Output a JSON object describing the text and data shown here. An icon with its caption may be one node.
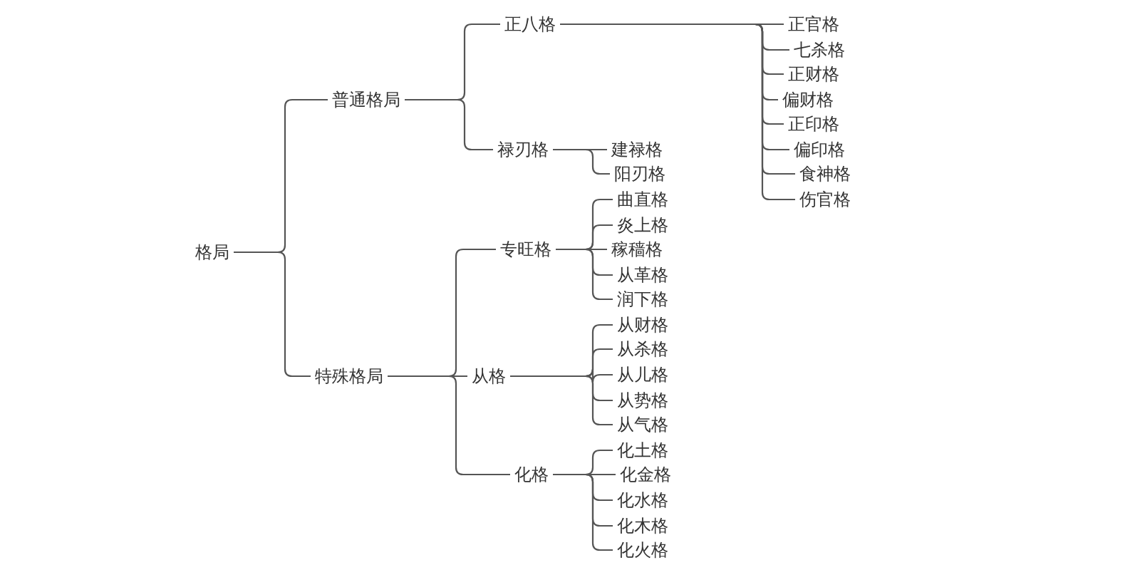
{
  "diagram": {
    "nodes": [
      {
        "text": [
          "格局"
        ]
      },
      {
        "text": [
          "普通格局"
        ]
      },
      {
        "text": [
          "正八格"
        ]
      },
      {
        "text": [
          "正官格"
        ]
      },
      {
        "text": [
          "七杀格"
        ]
      },
      {
        "text": [
          "正财格"
        ]
      },
      {
        "text": [
          "偏财格"
        ]
      },
      {
        "text": [
          "正印格"
        ]
      },
      {
        "text": [
          "偏印格"
        ]
      },
      {
        "text": [
          "食神格"
        ]
      },
      {
        "text": [
          "伤官格"
        ]
      },
      {
        "text": [
          "禄刃格"
        ]
      },
      {
        "text": [
          "建禄格"
        ]
      },
      {
        "text": [
          "阳刃格"
        ]
      },
      {
        "text": [
          "特殊格局"
        ]
      },
      {
        "text": [
          "专旺格"
        ]
      },
      {
        "text": [
          "曲直格"
        ]
      },
      {
        "text": [
          "炎上格"
        ]
      },
      {
        "text": [
          "稼穑格"
        ]
      },
      {
        "text": [
          "从革格"
        ]
      },
      {
        "text": [
          "润下格"
        ]
      },
      {
        "text": [
          "从格"
        ]
      },
      {
        "text": [
          "从财格"
        ]
      },
      {
        "text": [
          "从杀格"
        ]
      },
      {
        "text": [
          "从儿格"
        ]
      },
      {
        "text": [
          "从势格"
        ]
      },
      {
        "text": [
          "从气格"
        ]
      },
      {
        "text": [
          "化格"
        ]
      },
      {
        "text": [
          "化土格"
        ]
      },
      {
        "text": [
          "化金格"
        ]
      },
      {
        "text": [
          "化水格"
        ]
      },
      {
        "text": [
          "化木格"
        ]
      },
      {
        "text": [
          "化火格"
        ]
      }
    ],
    "edges": [
      {
        "from": 0,
        "to": 1,
        "arrow": "none"
      },
      {
        "from": 0,
        "to": 14,
        "arrow": "none"
      },
      {
        "from": 1,
        "to": 2,
        "arrow": "none"
      },
      {
        "from": 1,
        "to": 11,
        "arrow": "none"
      },
      {
        "from": 2,
        "to": 3,
        "arrow": "none"
      },
      {
        "from": 2,
        "to": 4,
        "arrow": "none"
      },
      {
        "from": 2,
        "to": 5,
        "arrow": "none"
      },
      {
        "from": 2,
        "to": 6,
        "arrow": "none"
      },
      {
        "from": 2,
        "to": 7,
        "arrow": "none"
      },
      {
        "from": 2,
        "to": 8,
        "arrow": "none"
      },
      {
        "from": 2,
        "to": 9,
        "arrow": "none"
      },
      {
        "from": 2,
        "to": 10,
        "arrow": "none"
      },
      {
        "from": 11,
        "to": 12,
        "arrow": "none"
      },
      {
        "from": 11,
        "to": 13,
        "arrow": "none"
      },
      {
        "from": 14,
        "to": 15,
        "arrow": "none"
      },
      {
        "from": 14,
        "to": 21,
        "arrow": "none"
      },
      {
        "from": 14,
        "to": 27,
        "arrow": "none"
      },
      {
        "from": 15,
        "to": 16,
        "arrow": "none"
      },
      {
        "from": 15,
        "to": 17,
        "arrow": "none"
      },
      {
        "from": 15,
        "to": 18,
        "arrow": "none"
      },
      {
        "from": 15,
        "to": 19,
        "arrow": "none"
      },
      {
        "from": 15,
        "to": 20,
        "arrow": "none"
      },
      {
        "from": 21,
        "to": 22,
        "arrow": "none"
      },
      {
        "from": 21,
        "to": 23,
        "arrow": "none"
      },
      {
        "from": 21,
        "to": 24,
        "arrow": "none"
      },
      {
        "from": 21,
        "to": 25,
        "arrow": "none"
      },
      {
        "from": 21,
        "to": 26,
        "arrow": "none"
      },
      {
        "from": 27,
        "to": 28,
        "arrow": "none"
      },
      {
        "from": 27,
        "to": 29,
        "arrow": "none"
      },
      {
        "from": 27,
        "to": 30,
        "arrow": "none"
      },
      {
        "from": 27,
        "to": 31,
        "arrow": "none"
      },
      {
        "from": 27,
        "to": 32,
        "arrow": "none"
      }
    ]
  }
}
